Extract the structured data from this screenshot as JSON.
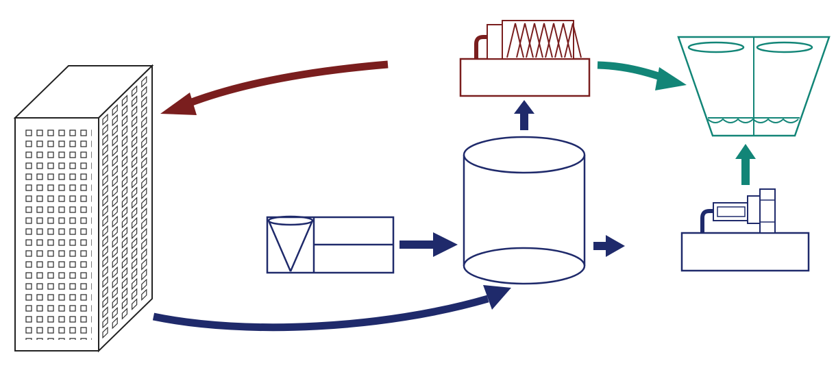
{
  "diagram": {
    "components": [
      {
        "id": "building",
        "icon": "office-building-icon"
      },
      {
        "id": "pump",
        "icon": "pump-icon"
      },
      {
        "id": "tank",
        "icon": "storage-tank-icon"
      },
      {
        "id": "heat-exchanger",
        "icon": "heat-exchanger-icon"
      },
      {
        "id": "cooling-tower",
        "icon": "cooling-tower-icon"
      },
      {
        "id": "compressor",
        "icon": "compressor-unit-icon"
      }
    ],
    "flows": [
      {
        "from": "heat-exchanger",
        "to": "building",
        "color": "#7a1e1e"
      },
      {
        "from": "building",
        "to": "tank",
        "color": "#1f2a6b"
      },
      {
        "from": "pump",
        "to": "tank",
        "color": "#1f2a6b"
      },
      {
        "from": "tank",
        "to": "heat-exchanger",
        "color": "#1f2a6b"
      },
      {
        "from": "tank",
        "to": "compressor",
        "color": "#1f2a6b"
      },
      {
        "from": "heat-exchanger",
        "to": "cooling-tower",
        "color": "#128577"
      },
      {
        "from": "compressor",
        "to": "cooling-tower",
        "color": "#128577"
      }
    ],
    "colors": {
      "navy": "#1f2a6b",
      "dark_red": "#7a1e1e",
      "teal": "#128577",
      "outline": "#222222",
      "background": "#ffffff"
    }
  }
}
